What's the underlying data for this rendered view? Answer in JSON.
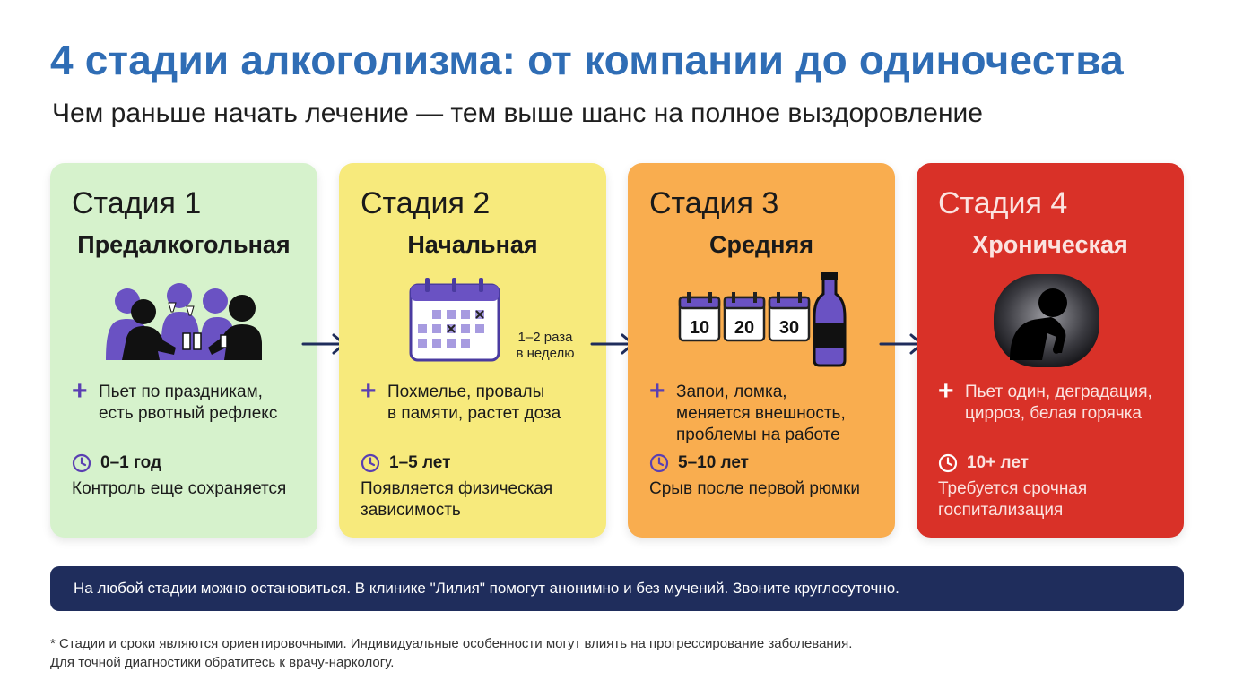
{
  "header": {
    "title": "4 стадии алкоголизма: от компании до одиночества",
    "subtitle": "Чем раньше начать лечение — тем выше шанс на полное выздоровление"
  },
  "stages": [
    {
      "number": "Стадия 1",
      "name": "Предалкогольная",
      "feature": "Пьет по праздникам,\nесть рвотный рефлекс",
      "duration": "0–1 год",
      "note": "Контроль еще сохраняется",
      "icon": "drinking-company-icon"
    },
    {
      "number": "Стадия 2",
      "name": "Начальная",
      "feature": "Похмелье, провалы\nв памяти, растет доза",
      "duration": "1–5 лет",
      "note": "Появляется физическая\nзависимость",
      "icon": "calendar-icon",
      "caption": "1–2 раза\nв неделю"
    },
    {
      "number": "Стадия 3",
      "name": "Средняя",
      "feature": "Запои, ломка,\nменяется внешность,\nпроблемы на работе",
      "duration": "5–10 лет",
      "note": "Срыв после первой рюмки",
      "icon": "calendar-days-bottle-icon",
      "days": [
        "10",
        "20",
        "30"
      ]
    },
    {
      "number": "Стадия 4",
      "name": "Хроническая",
      "feature": "Пьет один, деградация,\nцирроз, белая горячка",
      "duration": "10+ лет",
      "note": "Требуется срочная\nгоспитализация",
      "icon": "lonely-person-icon"
    }
  ],
  "banner": {
    "text": "На любой стадии можно остановиться. В клинике \"Лилия\" помогут анонимно и без мучений. Звоните круглосуточно."
  },
  "footnote": {
    "text": "* Стадии и сроки являются ориентировочными. Индивидуальные особенности могут влиять на прогрессирование заболевания.\nДля точной диагностики обратитесь к врачу-наркологу."
  },
  "colors": {
    "title": "#2f6db5",
    "stage1": "#d6f2cc",
    "stage2": "#f7ea7c",
    "stage3": "#f9ad4f",
    "stage4": "#d93128",
    "accent": "#5a3fb2",
    "banner": "#1f2d5c"
  }
}
